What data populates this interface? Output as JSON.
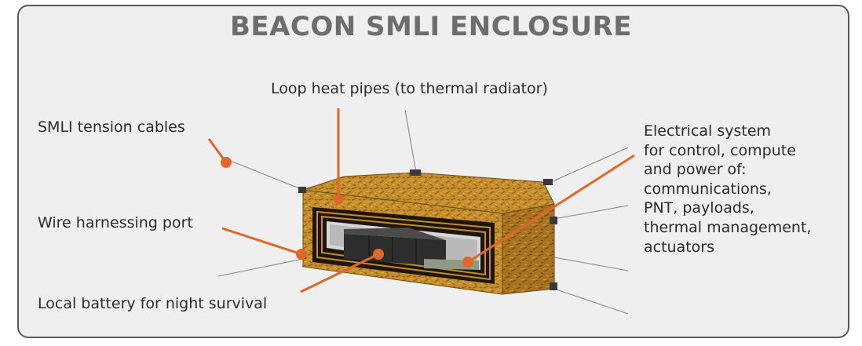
{
  "title": "BEACON SMLI ENCLOSURE",
  "labels": {
    "loop_heat_pipes": "Loop heat pipes (to thermal radiator)",
    "smli_tension_cables": "SMLI tension cables",
    "wire_harnessing_port": "Wire harnessing port",
    "local_battery": "Local battery for night survival",
    "electrical_system": [
      "Electrical system",
      "for control, compute",
      "and power of:",
      "communications,",
      "PNT, payloads,",
      "thermal management,",
      "actuators"
    ]
  },
  "colors": {
    "callout": "#e0662a",
    "title": "#6d6d6d",
    "frame_border": "#5a5a5a",
    "panel_bg": "#efefef",
    "enclosure_top": "#c9952f",
    "enclosure_side": "#b07a22"
  }
}
